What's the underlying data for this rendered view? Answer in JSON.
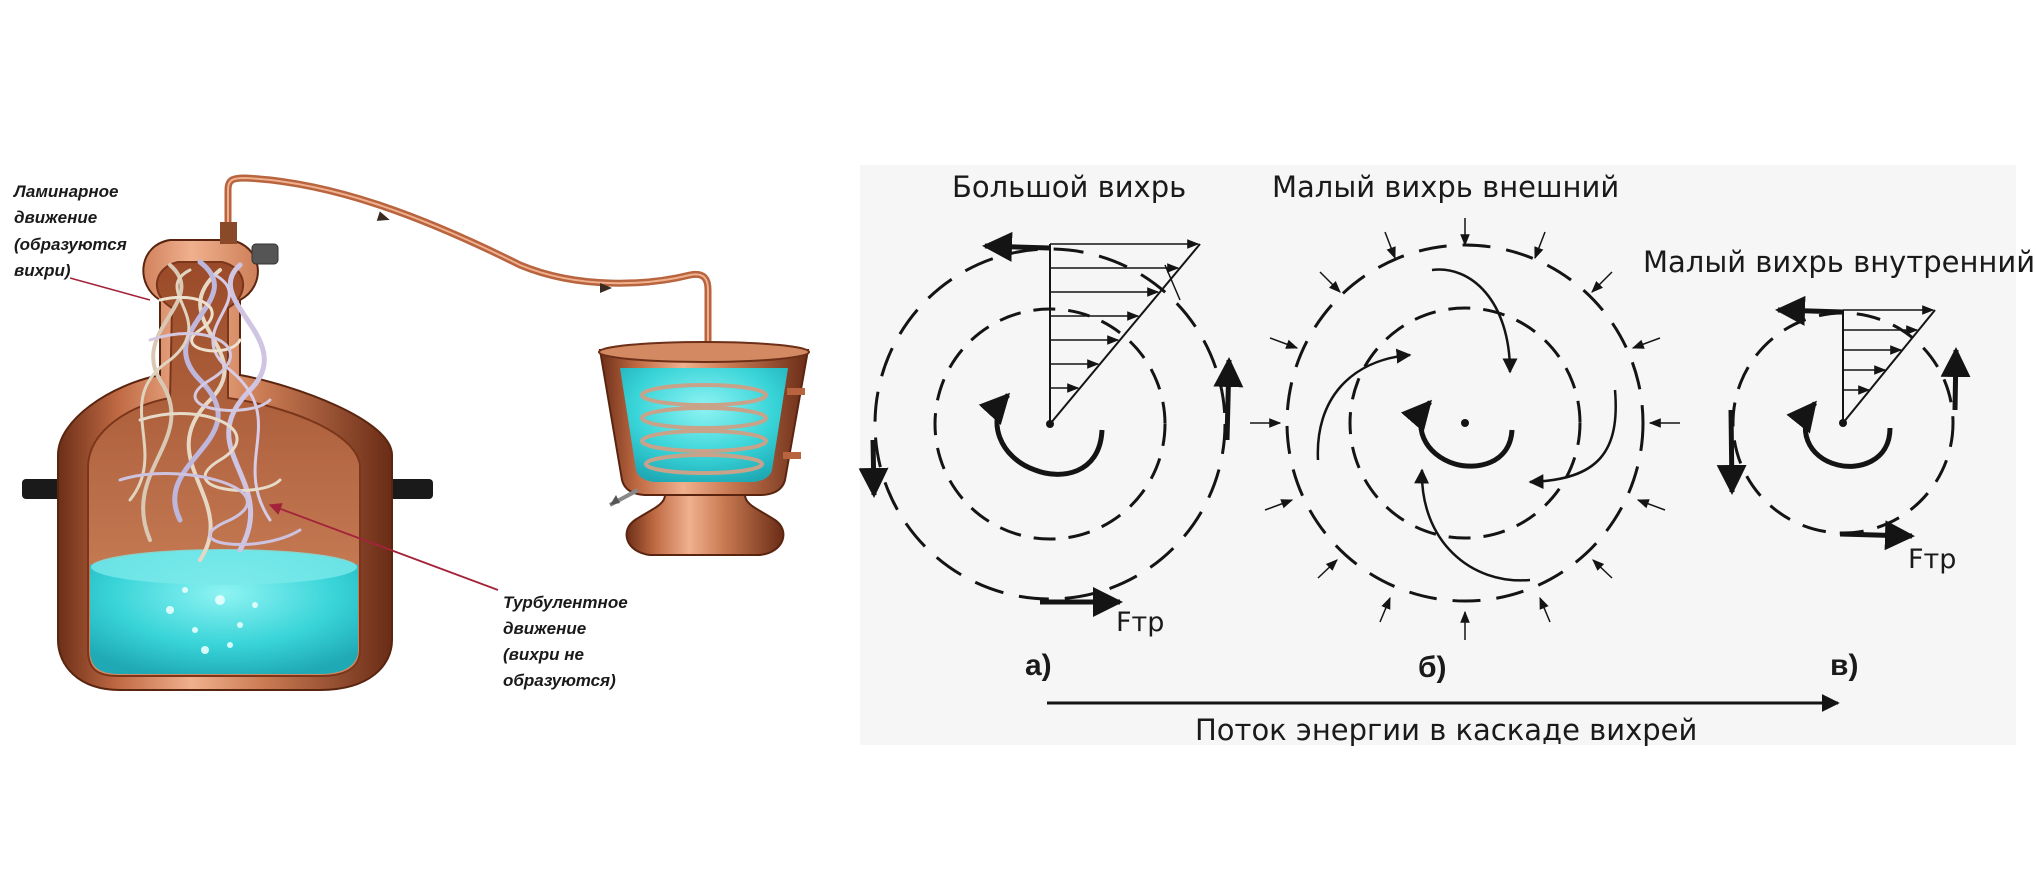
{
  "left_panel": {
    "laminar_label": [
      "Ламинарное",
      "движение",
      "(образуются",
      "вихри)"
    ],
    "turbulent_label": [
      "Турбулентное",
      "движение",
      "(вихри не",
      "образуются)"
    ]
  },
  "right_panel": {
    "big_vortex_title": "Большой вихрь",
    "small_outer_title": "Малый вихрь внешний",
    "small_inner_title": "Малый вихрь внутренний",
    "friction_label": "Fтр",
    "sub_a": "а)",
    "sub_b": "б)",
    "sub_c": "в)",
    "energy_flow_caption": "Поток энергии в каскаде вихрей"
  },
  "colors": {
    "copper": "#b8643f",
    "copper_light": "#e5a27c",
    "water": "#42d7db",
    "diagram_bg": "#f6f6f6",
    "ink": "#141414",
    "pointer": "#a3243a"
  }
}
